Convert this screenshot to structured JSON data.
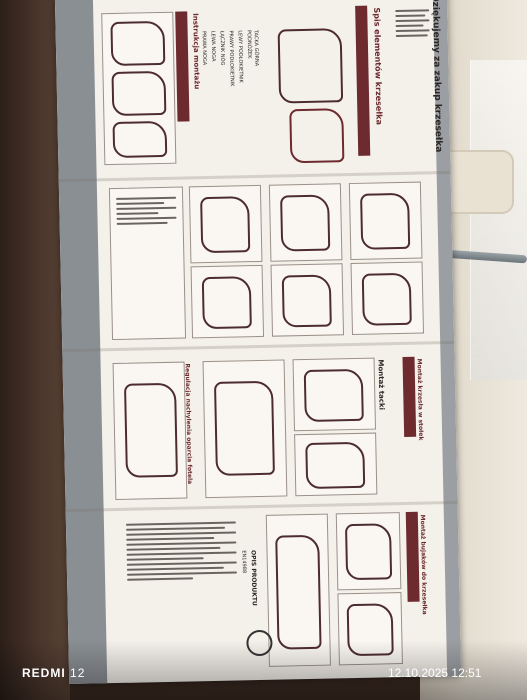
{
  "photo": {
    "camera_brand": "REDMI",
    "camera_model": "12",
    "date": "12.10.2025",
    "time": "12:51"
  },
  "leaflet": {
    "thanks": "Dziękujemy za zakup krzesełka",
    "parts_heading": "Spis elementów krzesełka",
    "assembly_heading": "Instrukcja montażu",
    "parts": [
      "TACKA GÓRNA",
      "PODNÓŻEK",
      "LEWY PODŁOKIETNIK",
      "PRAWY PODŁOKIETNIK",
      "ŁĄCZNIK NÓG",
      "LEWA NOGA",
      "PRAWA NOGA"
    ],
    "tray_heading": "Montaż tacki",
    "seat_heading": "Montaż krzesła w stołek",
    "backrest_heading": "Regulacja nachylenia oparcia fotela",
    "toy_heading": "Montaż bujaków do krzesełka",
    "product_heading": "OPIS PRODUKTU",
    "standard": "EN14988"
  },
  "colors": {
    "accent": "#6d2a2f",
    "paper": "#f4f0ea",
    "band": "#8a8f94"
  }
}
